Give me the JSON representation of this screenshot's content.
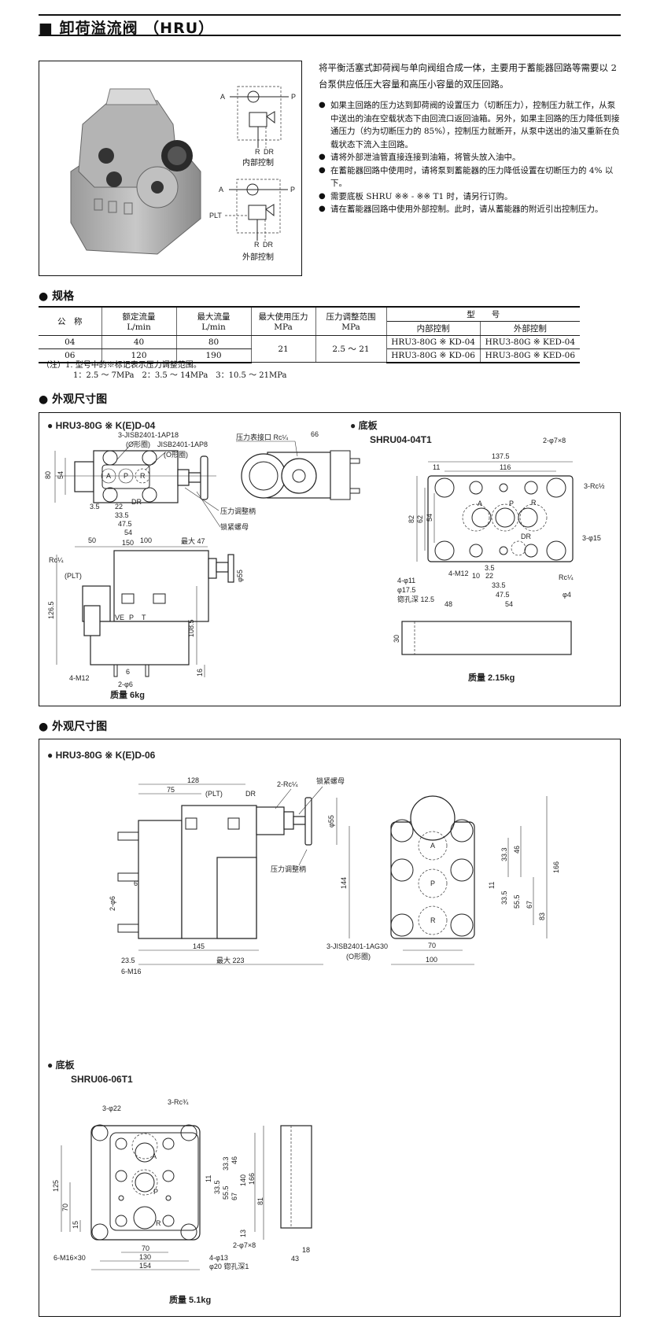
{
  "title": "■ 卸荷溢流阀 （HRU）",
  "photo": {
    "internal_label": "内部控制",
    "external_label": "外部控制",
    "symbol_ports": {
      "a": "A",
      "p": "P",
      "r": "R",
      "dr": "DR",
      "plt": "PLT"
    }
  },
  "intro": "将平衡活塞式卸荷阀与单向阀组合成一体，主要用于蓄能器回路等需要以 2 台泵供应低压大容量和高压小容量的双压回路。",
  "bullets": [
    "如果主回路的压力达到卸荷阀的设置压力（切断压力），控制压力就工作，从泵中送出的油在空载状态下由回流口返回油箱。另外，如果主回路的压力降低到接通压力（约为切断压力的 85%），控制压力就断开，从泵中送出的油又重新在负载状态下流入主回路。",
    "请将外部泄油管直接连接到油箱，将管头放入油中。",
    "在蓄能器回路中使用时，请将泵到蓄能器的压力降低设置在切断压力的 4% 以下。",
    "需要底板 SHRU ※※ - ※※ T1 时，请另行订购。",
    "请在蓄能器回路中使用外部控制。此时，请从蓄能器的附近引出控制压力。"
  ],
  "spec": {
    "heading": "● 规格",
    "headers": {
      "name": "公　称",
      "rated_flow": "额定流量",
      "rated_flow_unit": "L/min",
      "max_flow": "最大流量",
      "max_flow_unit": "L/min",
      "max_pressure": "最大使用压力",
      "max_pressure_unit": "MPa",
      "adj_range": "压力调整范围",
      "adj_range_unit": "MPa",
      "model": "型　　号",
      "internal": "内部控制",
      "external": "外部控制"
    },
    "rows": [
      {
        "name": "04",
        "rated_flow": "40",
        "max_flow": "80",
        "internal": "HRU3-80G ※ KD-04",
        "external": "HRU3-80G ※ KED-04"
      },
      {
        "name": "06",
        "rated_flow": "120",
        "max_flow": "190",
        "internal": "HRU3-80G ※ KD-06",
        "external": "HRU3-80G ※ KED-06"
      }
    ],
    "max_pressure": "21",
    "adj_range": "2.5 ～ 21",
    "notes": [
      "（注）1. 型号中的※标记表示压力调整范围。",
      "1：2.5 ～ 7MPa　2：3.5 ～ 14MPa　3：10.5 ～ 21MPa"
    ]
  },
  "dims_heading_1": "● 外观尺寸图",
  "dims_heading_2": "● 外观尺寸图",
  "d04": {
    "title": "● HRU3-80G ※ K(E)D-04",
    "mass": "质量 6kg",
    "labels": [
      "3-JISB2401-1AP18",
      "(O形圈)",
      "JISB2401-1AP8",
      "(O形圈)",
      "80",
      "54",
      "A",
      "P",
      "R",
      "DR",
      "3.5",
      "22",
      "33.5",
      "47.5",
      "54",
      "50",
      "100",
      "150",
      "最大 47",
      "压力调整柄",
      "锁紧螺母",
      "压力表接口 Rc¼",
      "66",
      "Rc¼",
      "(PLT)",
      "126.5",
      "108.5",
      "φ55",
      "16",
      "4-M12",
      "2-φ6",
      "VE",
      "P",
      "T",
      "6"
    ]
  },
  "base04": {
    "title": "● 底板",
    "model": "SHRU04-04T1",
    "mass": "质量 2.15kg",
    "labels": [
      "137.5",
      "11",
      "116",
      "2-φ7×8",
      "3-Rc½",
      "3-φ15",
      "82",
      "62",
      "54",
      "A",
      "P",
      "R",
      "DR",
      "4-M12",
      "4-φ11",
      "φ17.5",
      "锪孔深 12.5",
      "3.5",
      "10",
      "22",
      "33.5",
      "47.5",
      "54",
      "48",
      "Rc¼",
      "φ4",
      "30"
    ]
  },
  "d06": {
    "title": "● HRU3-80G ※ K(E)D-06",
    "labels": [
      "128",
      "75",
      "(PLT)",
      "DR",
      "2-Rc¼",
      "锁紧螺母",
      "φ55",
      "压力调整柄",
      "144",
      "6",
      "2-φ6",
      "145",
      "23.5",
      "最大 223",
      "6-M16",
      "3-JISB2401-1AG30",
      "(O形圈)",
      "A",
      "P",
      "R",
      "33.3",
      "46",
      "11",
      "33.5",
      "55.5",
      "67",
      "83",
      "166",
      "70",
      "100"
    ]
  },
  "base06": {
    "title": "● 底板",
    "model": "SHRU06-06T1",
    "mass": "质量 5.1kg",
    "labels": [
      "3-φ22",
      "3-Rc¾",
      "125",
      "70",
      "15",
      "33.3",
      "46",
      "11",
      "33.5",
      "55.5",
      "67",
      "140",
      "166",
      "81",
      "13",
      "2-φ7×8",
      "6-M16×30",
      "70",
      "130",
      "154",
      "4-φ13",
      "φ20 锪孔深1",
      "18",
      "43",
      "A",
      "P",
      "R"
    ]
  }
}
